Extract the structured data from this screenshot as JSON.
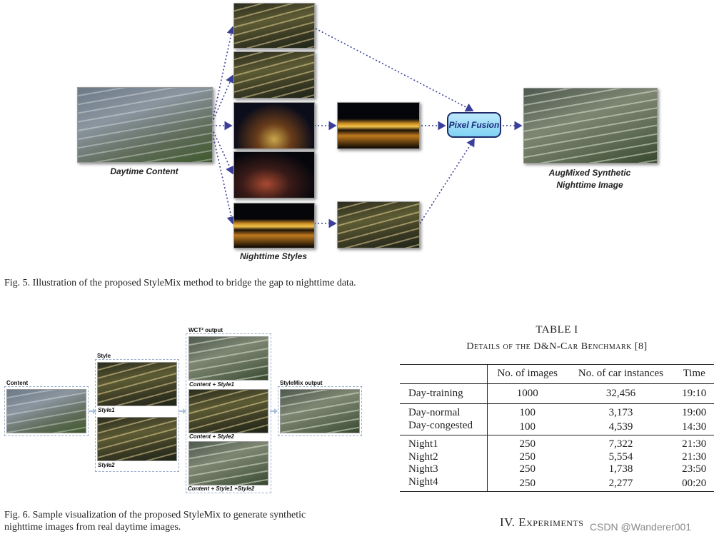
{
  "fig5": {
    "label_daytime": "Daytime Content",
    "label_night_styles": "Nighttime Styles",
    "label_pixel_fusion": "Pixel Fusion",
    "label_aug_line1": "AugMixed Synthetic",
    "label_aug_line2": "Nighttime Image",
    "caption": "Fig. 5.   Illustration of the proposed StyleMix method to bridge the gap to nighttime data."
  },
  "fig6": {
    "label_content": "Content",
    "label_style": "Style",
    "label_style1": "Style1",
    "label_style2": "Style2",
    "label_wct": "WCT² output",
    "label_cs1": "Content + Style1",
    "label_cs2": "Content + Style2",
    "label_cs12": "Content + Style1 +Style2",
    "label_stylemix": "StyleMix output",
    "caption_line1": "Fig. 6.   Sample visualization of the proposed StyleMix to generate synthetic",
    "caption_line2": "nighttime images from real daytime images."
  },
  "table": {
    "title": "TABLE I",
    "subtitle": "Details of the D&N-Car Benchmark [8]",
    "headers": [
      "",
      "No. of images",
      "No. of car instances",
      "Time"
    ],
    "rows": [
      [
        "Day-training",
        "1000",
        "32,456",
        "19:10"
      ],
      [
        "Day-normal",
        "100",
        "3,173",
        "19:00"
      ],
      [
        "Day-congested",
        "100",
        "4,539",
        "14:30"
      ],
      [
        "Night1",
        "250",
        "7,322",
        "21:30"
      ],
      [
        "Night2",
        "250",
        "5,554",
        "21:30"
      ],
      [
        "Night3",
        "250",
        "1,738",
        "23:50"
      ],
      [
        "Night4",
        "250",
        "2,277",
        "00:20"
      ]
    ]
  },
  "section_heading": "IV. Experiments",
  "watermark": "CSDN @Wanderer001",
  "colors": {
    "arrow": "#3b3f9a",
    "fusion_fill": "#8fd8f6",
    "fusion_border": "#1d2a6a"
  }
}
